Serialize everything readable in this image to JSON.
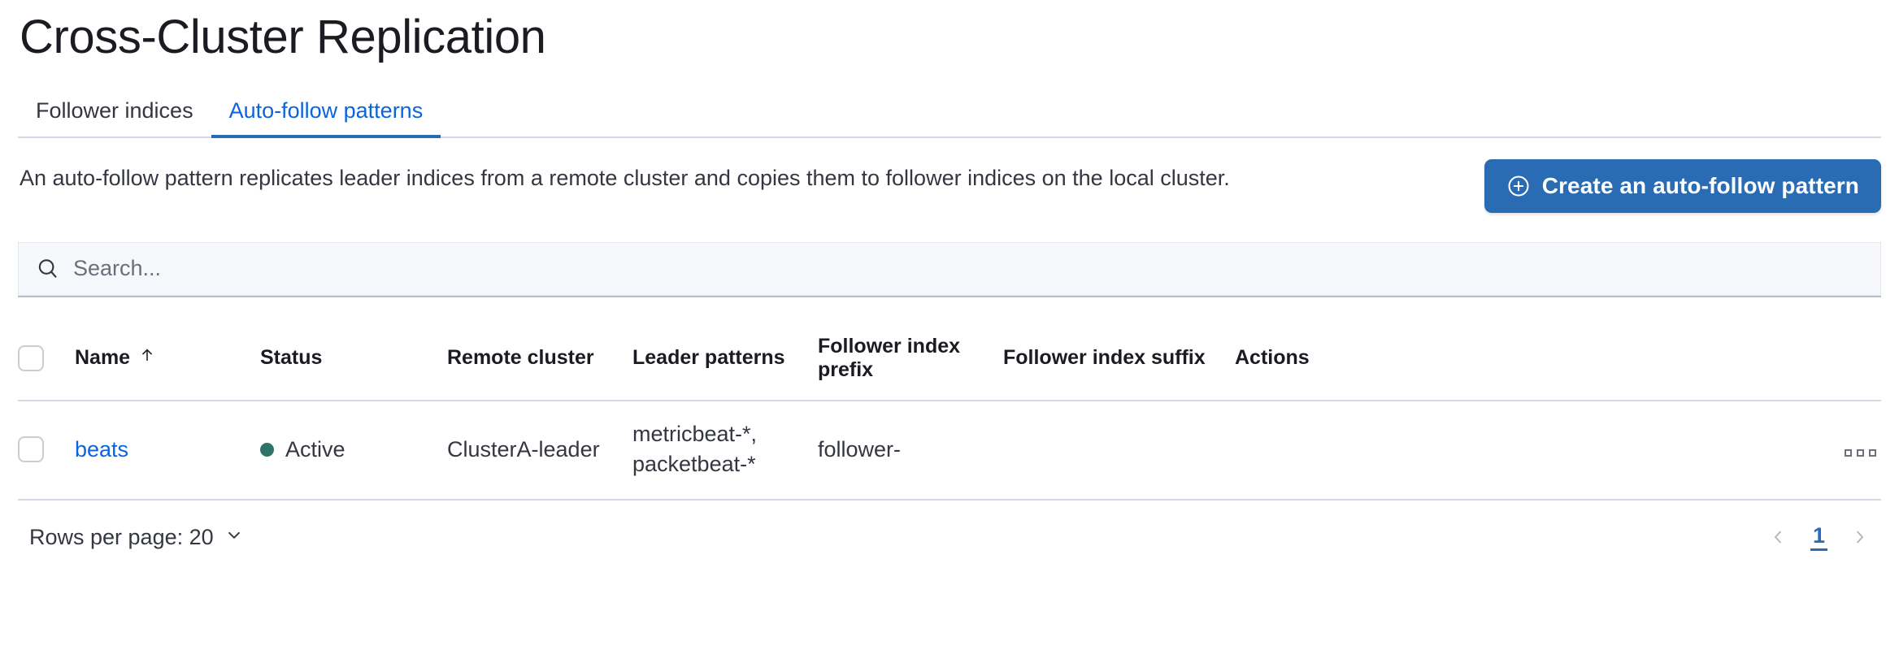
{
  "page": {
    "title": "Cross-Cluster Replication"
  },
  "tabs": [
    {
      "id": "follower-indices",
      "label": "Follower indices",
      "active": false
    },
    {
      "id": "auto-follow-patterns",
      "label": "Auto-follow patterns",
      "active": true
    }
  ],
  "intro": {
    "description": "An auto-follow pattern replicates leader indices from a remote cluster and copies them to follower indices on the local cluster.",
    "create_button_label": "Create an auto-follow pattern",
    "create_button_icon": "plus-in-circle-icon",
    "create_button_color": "#2a6cb4"
  },
  "search": {
    "placeholder": "Search...",
    "value": "",
    "icon": "search-icon"
  },
  "table": {
    "columns": [
      {
        "key": "name",
        "label": "Name",
        "sorted": true,
        "sort_icon": "sort-ascending-arrow-icon"
      },
      {
        "key": "status",
        "label": "Status"
      },
      {
        "key": "remote",
        "label": "Remote cluster"
      },
      {
        "key": "leader",
        "label": "Leader patterns"
      },
      {
        "key": "prefix",
        "label": "Follower index prefix"
      },
      {
        "key": "suffix",
        "label": "Follower index suffix"
      },
      {
        "key": "actions",
        "label": "Actions"
      }
    ],
    "rows": [
      {
        "selected": false,
        "name": "beats",
        "status": "Active",
        "status_color": "#2f7268",
        "remote_cluster": "ClusterA-leader",
        "leader_patterns": "metricbeat-*,\npacketbeat-*",
        "leader_patterns_list": [
          "metricbeat-*,",
          "packetbeat-*"
        ],
        "follower_index_prefix": "follower-",
        "follower_index_suffix": "",
        "actions_icon": "horizontal-dots-icon"
      }
    ]
  },
  "footer": {
    "rows_per_page_label": "Rows per page: 20",
    "rows_per_page_icon": "chevron-down-icon",
    "pagination": {
      "prev_icon": "chevron-left-icon",
      "next_icon": "chevron-right-icon",
      "current_page": "1"
    }
  }
}
